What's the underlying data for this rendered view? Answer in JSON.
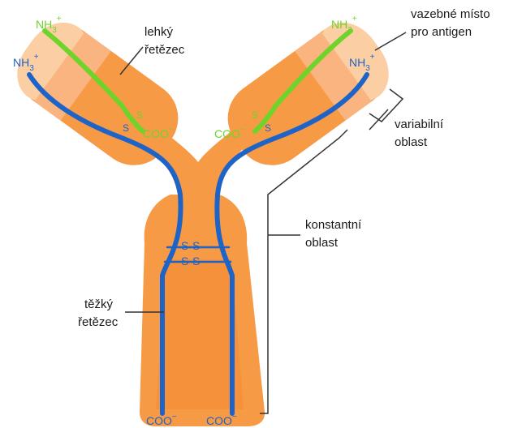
{
  "labels": {
    "light_chain": [
      "lehký",
      "řetězec"
    ],
    "heavy_chain": [
      "těžký",
      "řetězec"
    ],
    "binding_site": [
      "vazebné místo",
      "pro antigen"
    ],
    "variable_region": [
      "variabilní",
      "oblast"
    ],
    "constant_region": [
      "konstantní",
      "oblast"
    ]
  },
  "chem": {
    "nh3_base": "NH",
    "nh3_sub": "3",
    "nh3_sup": "+",
    "coo_base": "COO",
    "coo_sup": "−",
    "ss": "S-S",
    "s": "S"
  },
  "colors": {
    "heavy_chain": "#1e64c8",
    "light_chain": "#6fd42a",
    "body_orange": "#f7923a",
    "body_orange_dark": "#f07d1e",
    "variable_pale": "#fcd7b0",
    "variable_mid": "#f9b27a",
    "leader": "#333333"
  }
}
